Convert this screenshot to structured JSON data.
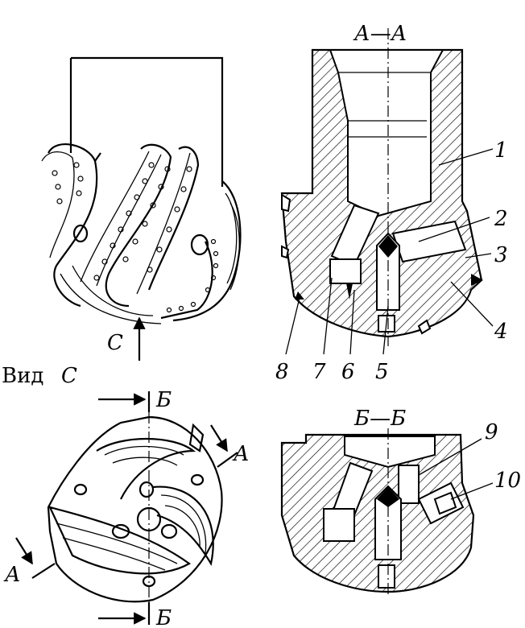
{
  "view_label": "Вид",
  "view_letter": "С",
  "arrow_c_label": "С",
  "section_aa": "А—А",
  "section_bb": "Б—Б",
  "cut_b_label": "Б",
  "cut_a_label": "А",
  "part_numbers": [
    "1",
    "2",
    "3",
    "4",
    "5",
    "6",
    "7",
    "8",
    "9",
    "10"
  ]
}
